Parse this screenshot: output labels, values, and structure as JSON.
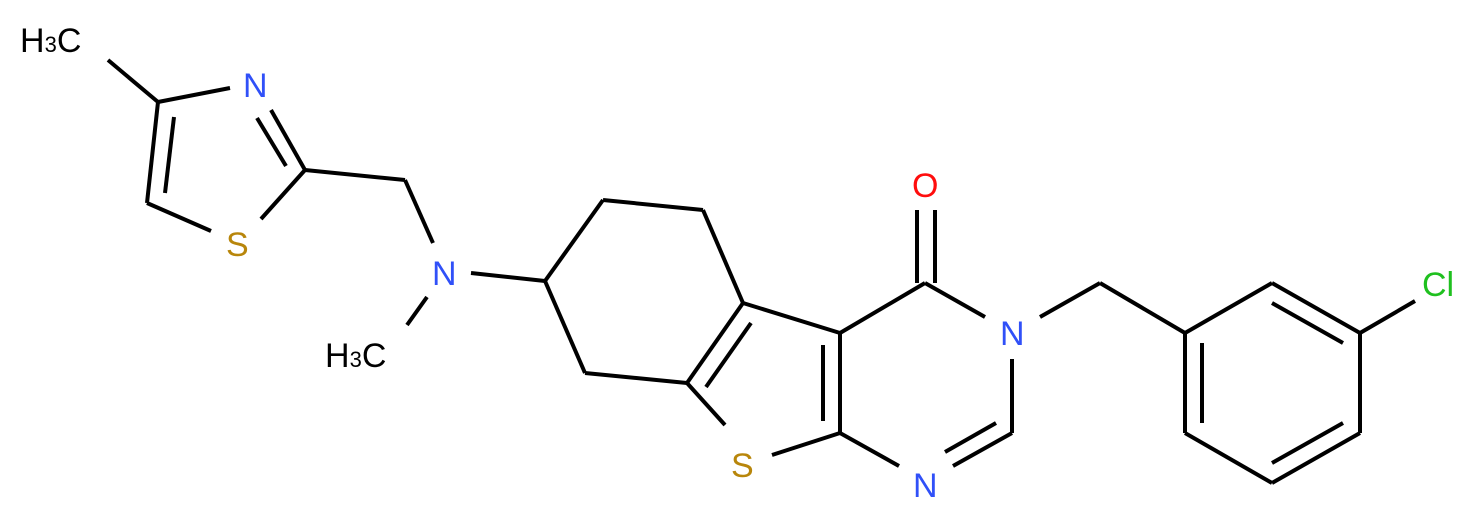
{
  "diagram": {
    "type": "chemical-structure",
    "description": "3-(3-chlorobenzyl)-7-[methyl-(4-methylthiazol-2-ylmethyl)amino]-5,6,7,8-tetrahydrobenzothieno[2,3-d]pyrimidin-4(3H)-one",
    "colors": {
      "bond": "#000000",
      "carbon": "#000000",
      "nitrogen": "#3050F8",
      "oxygen": "#FF0D0D",
      "sulfur": "#B8860B",
      "chlorine": "#1FC01F"
    },
    "labels": {
      "methyl_top": {
        "main": "H",
        "sub": "3",
        "tail": "C"
      },
      "thiazole_n": "N",
      "thiazole_s": "S",
      "amine_n": "N",
      "methyl_amine": {
        "main": "H",
        "sub": "3",
        "tail": "C"
      },
      "thiophene_s": "S",
      "carbonyl_o": "O",
      "pyrimidine_n3": "N",
      "pyrimidine_n1": "N",
      "chlorine": "Cl"
    }
  }
}
